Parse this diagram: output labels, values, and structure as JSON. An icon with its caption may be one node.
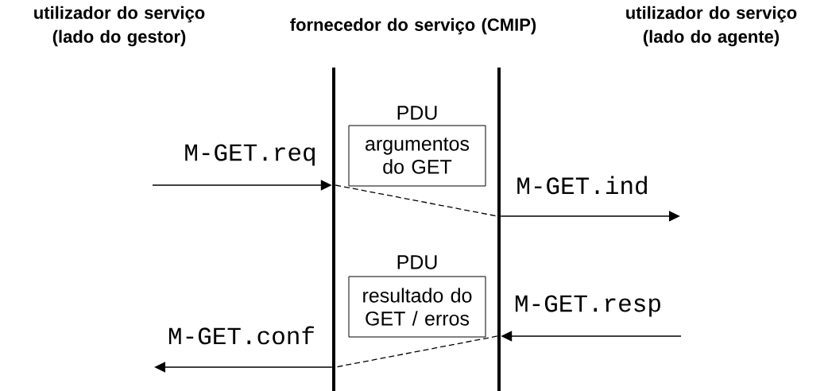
{
  "diagram": {
    "nodes": [
      {
        "text": [],
        "shape": "bar"
      },
      {
        "text": [],
        "shape": "bar"
      },
      {
        "text": [
          "PDU",
          "argumentos do GET"
        ]
      },
      {
        "text": [
          "PDU",
          "resultado do GET / erros"
        ]
      }
    ],
    "edges": [
      {
        "from": null,
        "to": 0,
        "arrow": "to",
        "label": "M-GET.req"
      },
      {
        "from": 0,
        "to": 1,
        "arrow": "none",
        "style": "dashed"
      },
      {
        "from": 1,
        "to": null,
        "arrow": "to",
        "label": "M-GET.ind"
      },
      {
        "from": null,
        "to": 1,
        "arrow": "to",
        "label": "M-GET.resp"
      },
      {
        "from": 1,
        "to": 0,
        "arrow": "none",
        "style": "dashed"
      },
      {
        "from": 0,
        "to": null,
        "arrow": "to",
        "label": "M-GET.conf"
      }
    ],
    "labels": [
      "utilizador do serviço (lado do gestor)",
      "fornecedor do serviço (CMIP)",
      "utilizador do serviço (lado do agente)"
    ]
  }
}
